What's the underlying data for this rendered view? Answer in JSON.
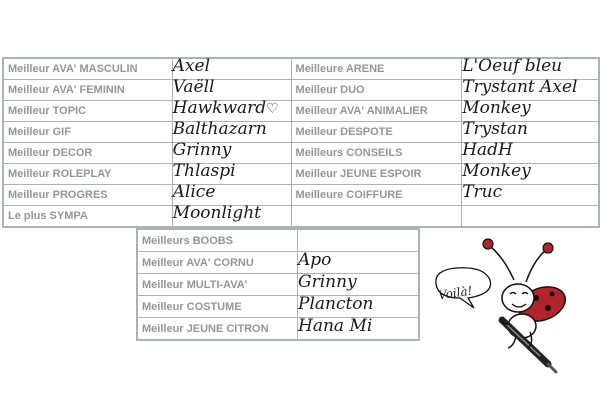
{
  "left_table": {
    "rows": [
      {
        "cat1": "Meilleur AVA' MASCULIN",
        "val1": "Axel",
        "cat2": "Meilleure ARENE",
        "val2": "L'Oeuf bleu"
      },
      {
        "cat1": "Meilleur AVA' FEMININ",
        "val1": "Vaëll",
        "cat2": "Meilleur DUO",
        "val2": "Trystant Axel"
      },
      {
        "cat1": "Meilleur TOPIC",
        "val1": "Hawkward",
        "cat2": "Meilleur AVA' ANIMALIER",
        "val2": "Monkey"
      },
      {
        "cat1": "Meilleur GIF",
        "val1": "Balthazarn",
        "cat2": "Meilleur DESPOTE",
        "val2": "Trystan"
      },
      {
        "cat1": "Meilleur DECOR",
        "val1": "Grinny",
        "cat2": "Meilleurs CONSEILS",
        "val2": "HadH"
      },
      {
        "cat1": "Meilleur ROLEPLAY",
        "val1": "Thlaspi",
        "cat2": "Meilleur JEUNE ESPOIR",
        "val2": "Monkey"
      },
      {
        "cat1": "Meilleur PROGRES",
        "val1": "Alice",
        "cat2": "Meilleure COIFFURE",
        "val2": "Truc"
      },
      {
        "cat1": "Le plus SYMPA",
        "val1": "Moonlight",
        "cat2": "",
        "val2": ""
      }
    ]
  },
  "bottom_table": {
    "rows": [
      {
        "cat": "Meilleurs BOOBS",
        "val": ""
      },
      {
        "cat": "Meilleur AVA' CORNU",
        "val": "Apo"
      },
      {
        "cat": "Meilleur MULTI-AVA'",
        "val": "Grinny"
      },
      {
        "cat": "Meilleur COSTUME",
        "val": "Plancton"
      },
      {
        "cat": "Meilleur JEUNE CITRON",
        "val": "Hana Mi"
      }
    ]
  },
  "mascot": {
    "speech": "Voilà!",
    "icon": "ladybug-with-pen-icon",
    "colors": {
      "shell": "#b3242a",
      "body": "#ffffff",
      "outline": "#111111"
    }
  },
  "colors": {
    "grid": "#a9b4b4",
    "label": "#8f9797",
    "ink": "#1a1a1a"
  }
}
